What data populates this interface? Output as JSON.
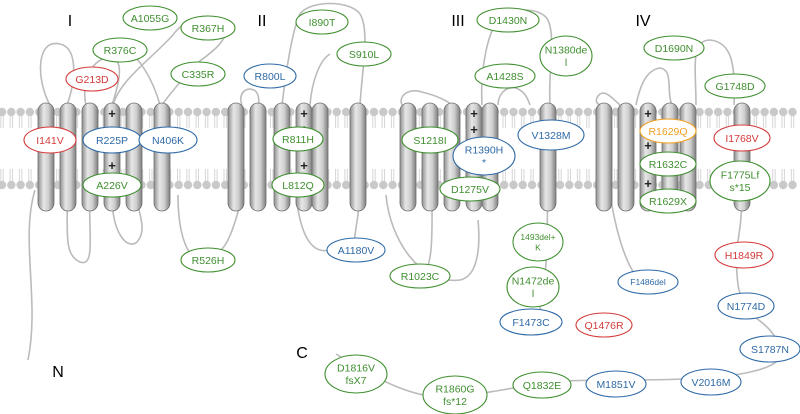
{
  "domains": [
    {
      "id": "d1",
      "label": "I"
    },
    {
      "id": "d2",
      "label": "II"
    },
    {
      "id": "d3",
      "label": "III"
    },
    {
      "id": "d4",
      "label": "IV"
    }
  ],
  "termini": {
    "n": "N",
    "c": "C"
  },
  "charge_symbol": "+",
  "colors": {
    "green": "#3f8f2f",
    "blue": "#2f6aa6",
    "red": "#d43a3a",
    "orange": "#f0a020",
    "membrane_head": "#c9c9c9",
    "helix_fill": "#bdbdbd",
    "loop": "#bbbbbb"
  },
  "mutations": [
    {
      "id": "A1055G",
      "lines": [
        "A1055G"
      ],
      "color": "green"
    },
    {
      "id": "R367H",
      "lines": [
        "R367H"
      ],
      "color": "green"
    },
    {
      "id": "R376C",
      "lines": [
        "R376C"
      ],
      "color": "green"
    },
    {
      "id": "G213D",
      "lines": [
        "G213D"
      ],
      "color": "red"
    },
    {
      "id": "C335R",
      "lines": [
        "C335R"
      ],
      "color": "green"
    },
    {
      "id": "I141V",
      "lines": [
        "I141V"
      ],
      "color": "red"
    },
    {
      "id": "R225P",
      "lines": [
        "R225P"
      ],
      "color": "blue"
    },
    {
      "id": "N406K",
      "lines": [
        "N406K"
      ],
      "color": "blue"
    },
    {
      "id": "A226V",
      "lines": [
        "A226V"
      ],
      "color": "green"
    },
    {
      "id": "R526H",
      "lines": [
        "R526H"
      ],
      "color": "green"
    },
    {
      "id": "R800L",
      "lines": [
        "R800L"
      ],
      "color": "blue"
    },
    {
      "id": "I890T",
      "lines": [
        "I890T"
      ],
      "color": "green"
    },
    {
      "id": "S910L",
      "lines": [
        "S910L"
      ],
      "color": "green"
    },
    {
      "id": "R811H",
      "lines": [
        "R811H"
      ],
      "color": "green"
    },
    {
      "id": "L812Q",
      "lines": [
        "L812Q"
      ],
      "color": "green"
    },
    {
      "id": "A1180V",
      "lines": [
        "A1180V"
      ],
      "color": "blue"
    },
    {
      "id": "R1023C",
      "lines": [
        "R1023C"
      ],
      "color": "green"
    },
    {
      "id": "S1218I",
      "lines": [
        "S1218I"
      ],
      "color": "green"
    },
    {
      "id": "D1430N",
      "lines": [
        "D1430N"
      ],
      "color": "green"
    },
    {
      "id": "N1380del",
      "lines": [
        "N1380de",
        "l"
      ],
      "color": "green"
    },
    {
      "id": "A1428S",
      "lines": [
        "A1428S"
      ],
      "color": "green"
    },
    {
      "id": "R1390H",
      "lines": [
        "R1390H",
        "*"
      ],
      "color": "blue"
    },
    {
      "id": "D1275V",
      "lines": [
        "D1275V"
      ],
      "color": "green"
    },
    {
      "id": "V1328M",
      "lines": [
        "V1328M"
      ],
      "color": "blue"
    },
    {
      "id": "1493delK",
      "lines": [
        "1493del+",
        "K"
      ],
      "color": "green"
    },
    {
      "id": "N1472del",
      "lines": [
        "N1472de",
        "l"
      ],
      "color": "green"
    },
    {
      "id": "F1486del",
      "lines": [
        "F1486del"
      ],
      "color": "blue"
    },
    {
      "id": "F1473C",
      "lines": [
        "F1473C"
      ],
      "color": "blue"
    },
    {
      "id": "Q1476R",
      "lines": [
        "Q1476R"
      ],
      "color": "red"
    },
    {
      "id": "D1690N",
      "lines": [
        "D1690N"
      ],
      "color": "green"
    },
    {
      "id": "G1748D",
      "lines": [
        "G1748D"
      ],
      "color": "green"
    },
    {
      "id": "R1629Q",
      "lines": [
        "R1629Q"
      ],
      "color": "orange"
    },
    {
      "id": "I1768V",
      "lines": [
        "I1768V"
      ],
      "color": "red"
    },
    {
      "id": "R1632C",
      "lines": [
        "R1632C"
      ],
      "color": "green"
    },
    {
      "id": "F1775Lfs",
      "lines": [
        "F1775Lf",
        "s*15"
      ],
      "color": "green"
    },
    {
      "id": "R1629X",
      "lines": [
        "R1629X"
      ],
      "color": "green"
    },
    {
      "id": "H1849R",
      "lines": [
        "H1849R"
      ],
      "color": "red"
    },
    {
      "id": "N1774D",
      "lines": [
        "N1774D"
      ],
      "color": "blue"
    },
    {
      "id": "S1787N",
      "lines": [
        "S1787N"
      ],
      "color": "blue"
    },
    {
      "id": "V2016M",
      "lines": [
        "V2016M"
      ],
      "color": "blue"
    },
    {
      "id": "M1851V",
      "lines": [
        "M1851V"
      ],
      "color": "blue"
    },
    {
      "id": "Q1832E",
      "lines": [
        "Q1832E"
      ],
      "color": "green"
    },
    {
      "id": "R1860Gfs",
      "lines": [
        "R1860G",
        "fs*12"
      ],
      "color": "green"
    },
    {
      "id": "D1816Vfs",
      "lines": [
        "D1816V",
        "fsX7"
      ],
      "color": "green"
    }
  ]
}
